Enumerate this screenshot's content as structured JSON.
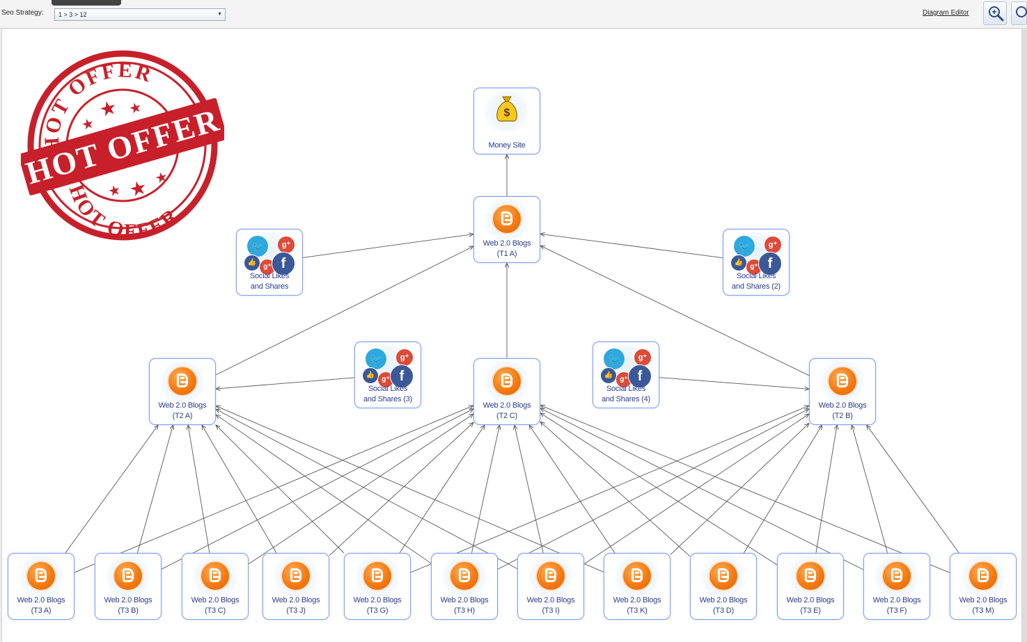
{
  "toolbar": {
    "strategy_label": "Seo Strategy:",
    "strategy_value": "1 > 3 > 12",
    "diagram_editor": "Diagram Editor"
  },
  "stamp": {
    "top_text": "HOT OFFER",
    "center_text": "HOT OFFER",
    "bottom_text": "HOT OFFER"
  },
  "nodes": {
    "money": {
      "label": "Money Site",
      "icon": "money-bag-icon"
    },
    "t1a": {
      "label": "Web 2.0 Blogs\n(T1 A)",
      "icon": "blogger-icon"
    },
    "social1": {
      "label": "Social Likes\nand Shares",
      "icon": "social-icons"
    },
    "social2": {
      "label": "Social Likes\nand Shares (2)",
      "icon": "social-icons"
    },
    "social3": {
      "label": "Social Likes\nand Shares (3)",
      "icon": "social-icons"
    },
    "social4": {
      "label": "Social Likes\nand Shares (4)",
      "icon": "social-icons"
    },
    "t2a": {
      "label": "Web 2.0 Blogs\n(T2 A)",
      "icon": "blogger-icon"
    },
    "t2c": {
      "label": "Web 2.0 Blogs\n(T2 C)",
      "icon": "blogger-icon"
    },
    "t2b": {
      "label": "Web 2.0 Blogs\n(T2 B)",
      "icon": "blogger-icon"
    },
    "t3a": {
      "label": "Web 2.0 Blogs\n(T3 A)",
      "icon": "blogger-icon"
    },
    "t3b": {
      "label": "Web 2.0 Blogs\n(T3 B)",
      "icon": "blogger-icon"
    },
    "t3c": {
      "label": "Web 2.0 Blogs\n(T3 C)",
      "icon": "blogger-icon"
    },
    "t3j": {
      "label": "Web 2.0 Blogs\n(T3 J)",
      "icon": "blogger-icon"
    },
    "t3g": {
      "label": "Web 2.0 Blogs\n(T3 G)",
      "icon": "blogger-icon"
    },
    "t3h": {
      "label": "Web 2.0 Blogs\n(T3 H)",
      "icon": "blogger-icon"
    },
    "t3i": {
      "label": "Web 2.0 Blogs\n(T3 I)",
      "icon": "blogger-icon"
    },
    "t3k": {
      "label": "Web 2.0 Blogs\n(T3 K)",
      "icon": "blogger-icon"
    },
    "t3d": {
      "label": "Web 2.0 Blogs\n(T3 D)",
      "icon": "blogger-icon"
    },
    "t3e": {
      "label": "Web 2.0 Blogs\n(T3 E)",
      "icon": "blogger-icon"
    },
    "t3f": {
      "label": "Web 2.0 Blogs\n(T3 F)",
      "icon": "blogger-icon"
    },
    "t3m": {
      "label": "Web 2.0 Blogs\n(T3 M)",
      "icon": "blogger-icon"
    }
  },
  "links": [
    [
      "t1a",
      "money"
    ],
    [
      "social1",
      "t1a"
    ],
    [
      "social2",
      "t1a"
    ],
    [
      "t2a",
      "t1a"
    ],
    [
      "t2c",
      "t1a"
    ],
    [
      "t2b",
      "t1a"
    ],
    [
      "social3",
      "t2a"
    ],
    [
      "social4",
      "t2b"
    ],
    [
      "t3a",
      "t2a"
    ],
    [
      "t3b",
      "t2a"
    ],
    [
      "t3c",
      "t2a"
    ],
    [
      "t3j",
      "t2a"
    ],
    [
      "t3g",
      "t2a"
    ],
    [
      "t3h",
      "t2a"
    ],
    [
      "t3i",
      "t2a"
    ],
    [
      "t3k",
      "t2a"
    ],
    [
      "t3a",
      "t2c"
    ],
    [
      "t3b",
      "t2c"
    ],
    [
      "t3c",
      "t2c"
    ],
    [
      "t3j",
      "t2c"
    ],
    [
      "t3g",
      "t2c"
    ],
    [
      "t3h",
      "t2c"
    ],
    [
      "t3i",
      "t2c"
    ],
    [
      "t3k",
      "t2c"
    ],
    [
      "t3d",
      "t2c"
    ],
    [
      "t3e",
      "t2c"
    ],
    [
      "t3f",
      "t2c"
    ],
    [
      "t3m",
      "t2c"
    ],
    [
      "t3g",
      "t2b"
    ],
    [
      "t3h",
      "t2b"
    ],
    [
      "t3i",
      "t2b"
    ],
    [
      "t3k",
      "t2b"
    ],
    [
      "t3d",
      "t2b"
    ],
    [
      "t3e",
      "t2b"
    ],
    [
      "t3f",
      "t2b"
    ],
    [
      "t3m",
      "t2b"
    ]
  ],
  "colors": {
    "node_border": "#7d9df2",
    "node_label": "#2a3b8f",
    "stamp_red": "#c8202a",
    "blogger_orange": "#f47a12"
  }
}
